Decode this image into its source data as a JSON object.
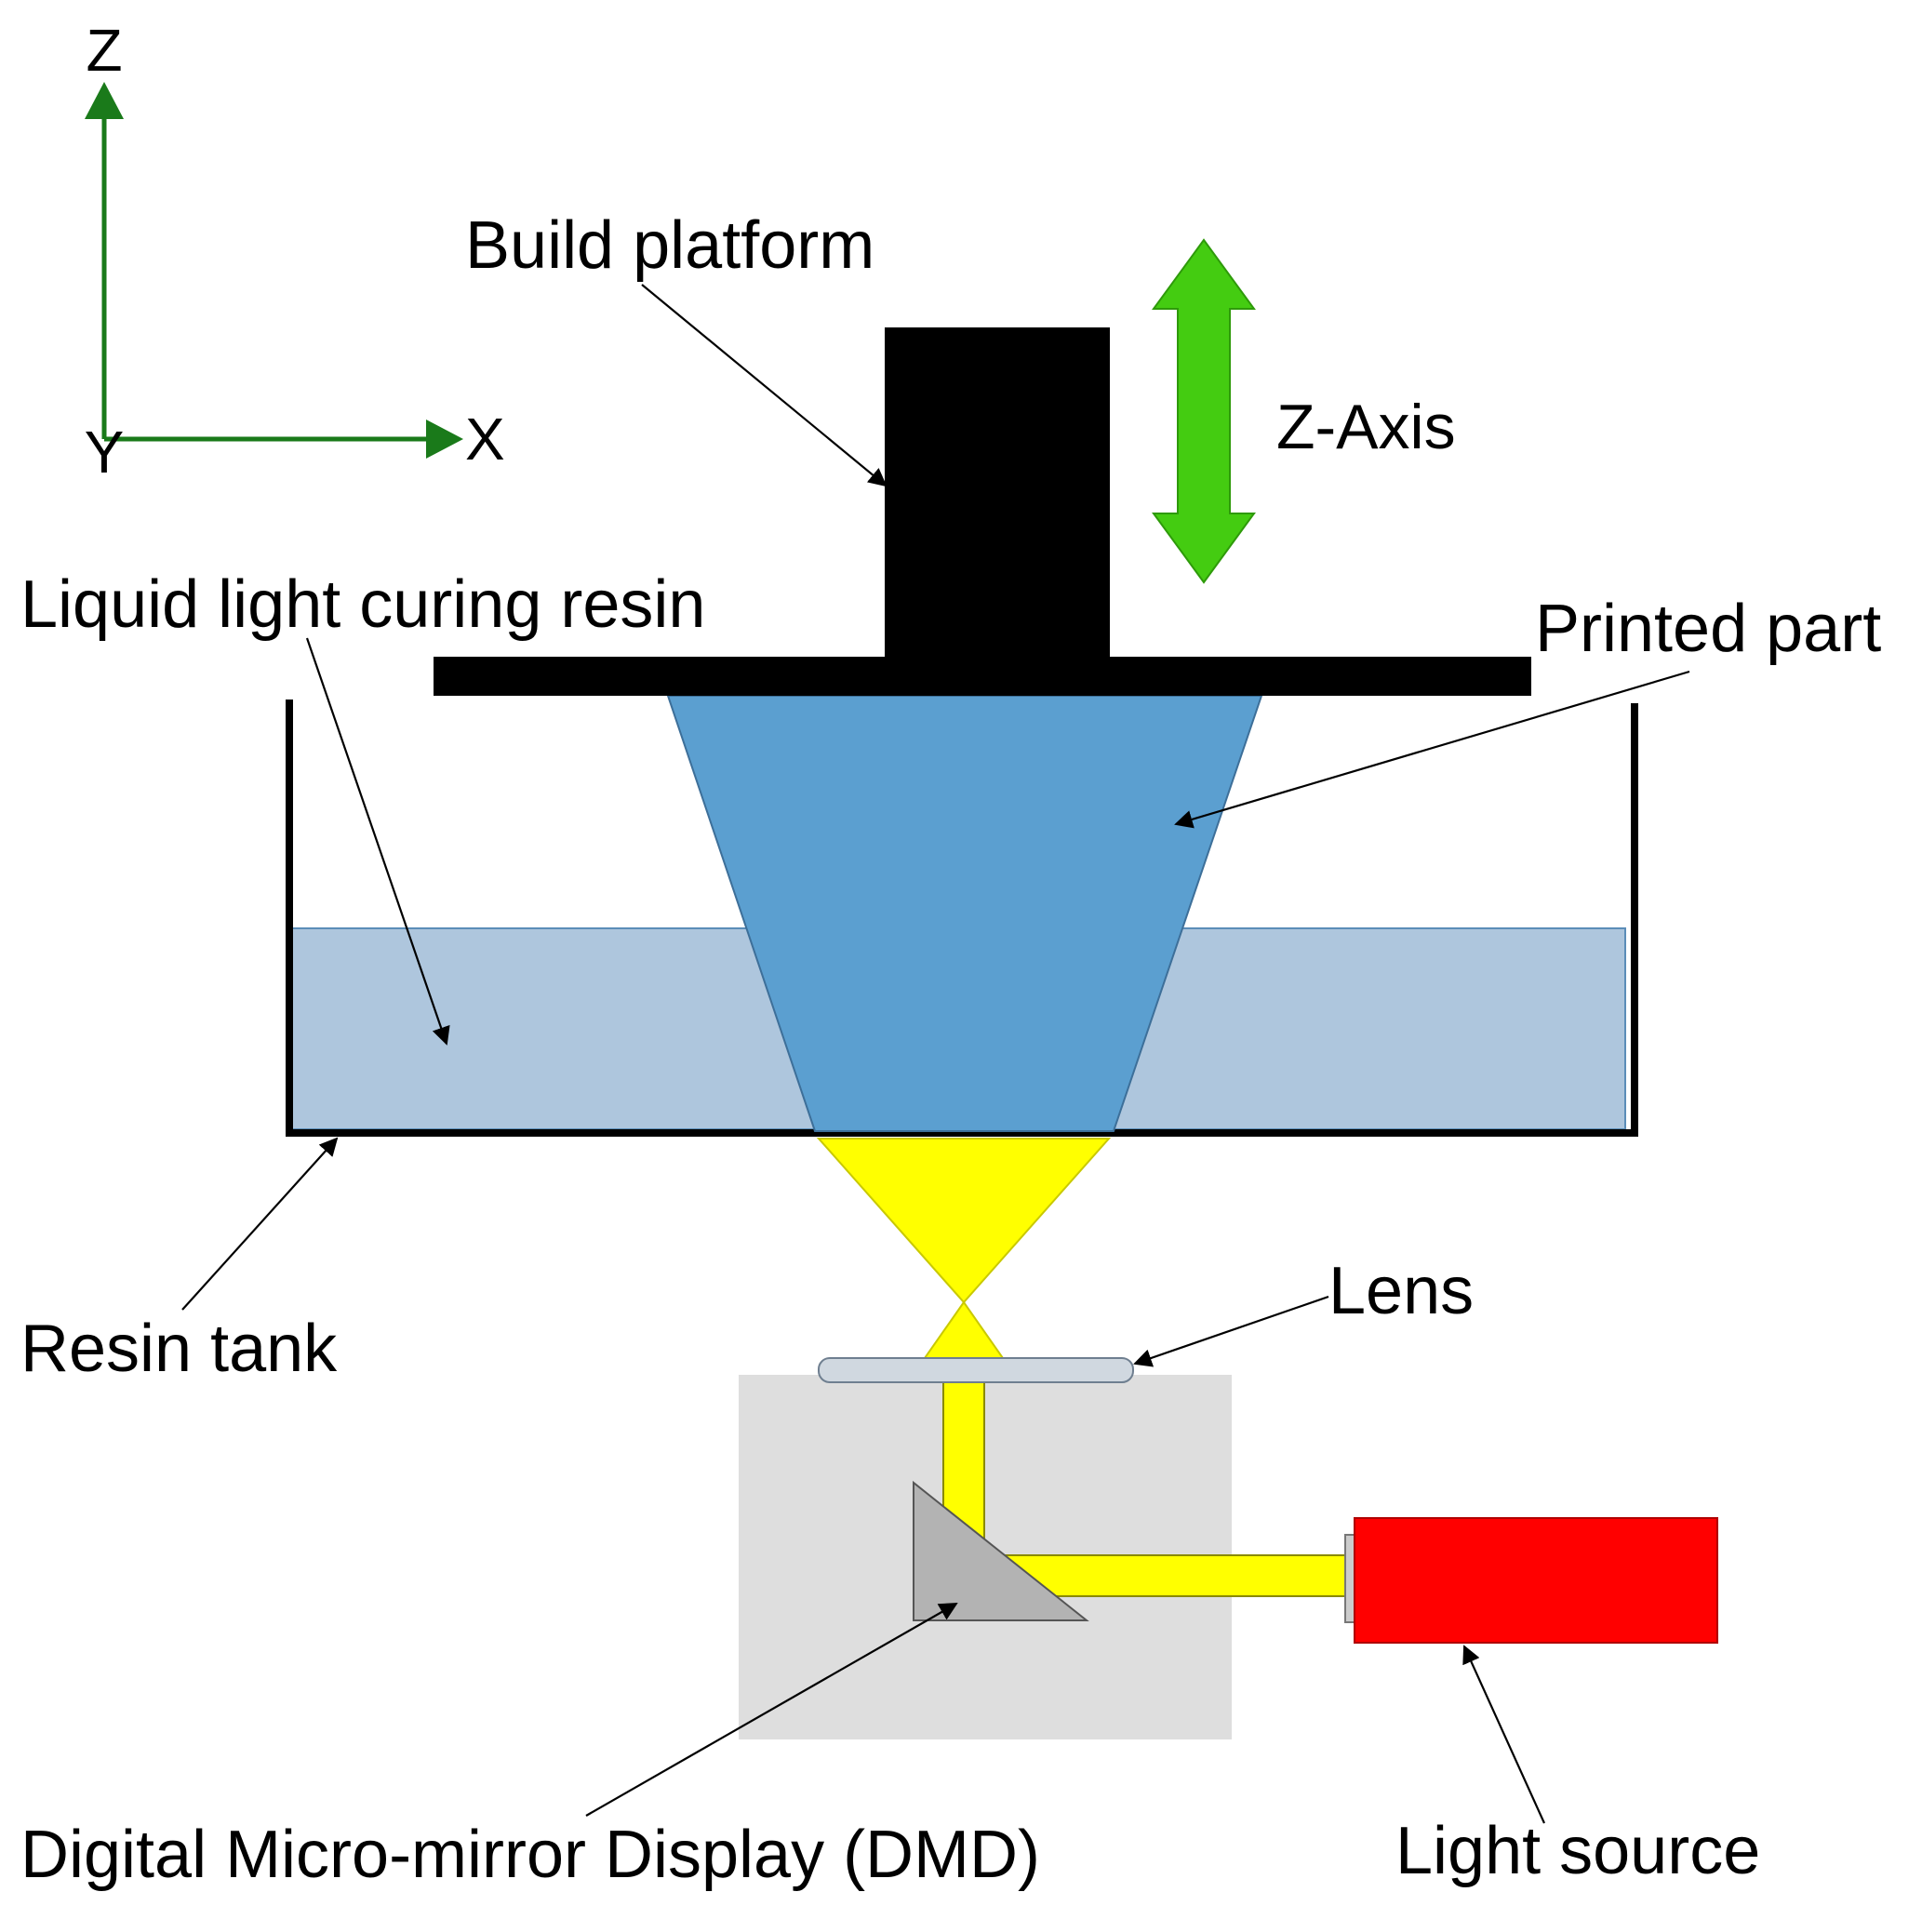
{
  "axes": {
    "z": "Z",
    "x": "X",
    "y": "Y"
  },
  "labels": {
    "build_platform": "Build platform",
    "z_axis": "Z-Axis",
    "liquid_resin": "Liquid light curing resin",
    "printed_part": "Printed part",
    "resin_tank": "Resin tank",
    "lens": "Lens",
    "dmd": "Digital Micro-mirror Display (DMD)",
    "light_source": "Light source"
  },
  "colors": {
    "axis_green": "#1a7a1a",
    "zaxis_arrow_green": "#44cc11",
    "printed_part_blue": "#5b9fd0",
    "resin_blue": "#aec6dd",
    "light_yellow": "#ffff00",
    "light_source_red": "#ff0000",
    "dmd_box_gray": "#dedede",
    "mirror_gray": "#b3b3b3",
    "lens_gray": "#d0d8e0"
  }
}
